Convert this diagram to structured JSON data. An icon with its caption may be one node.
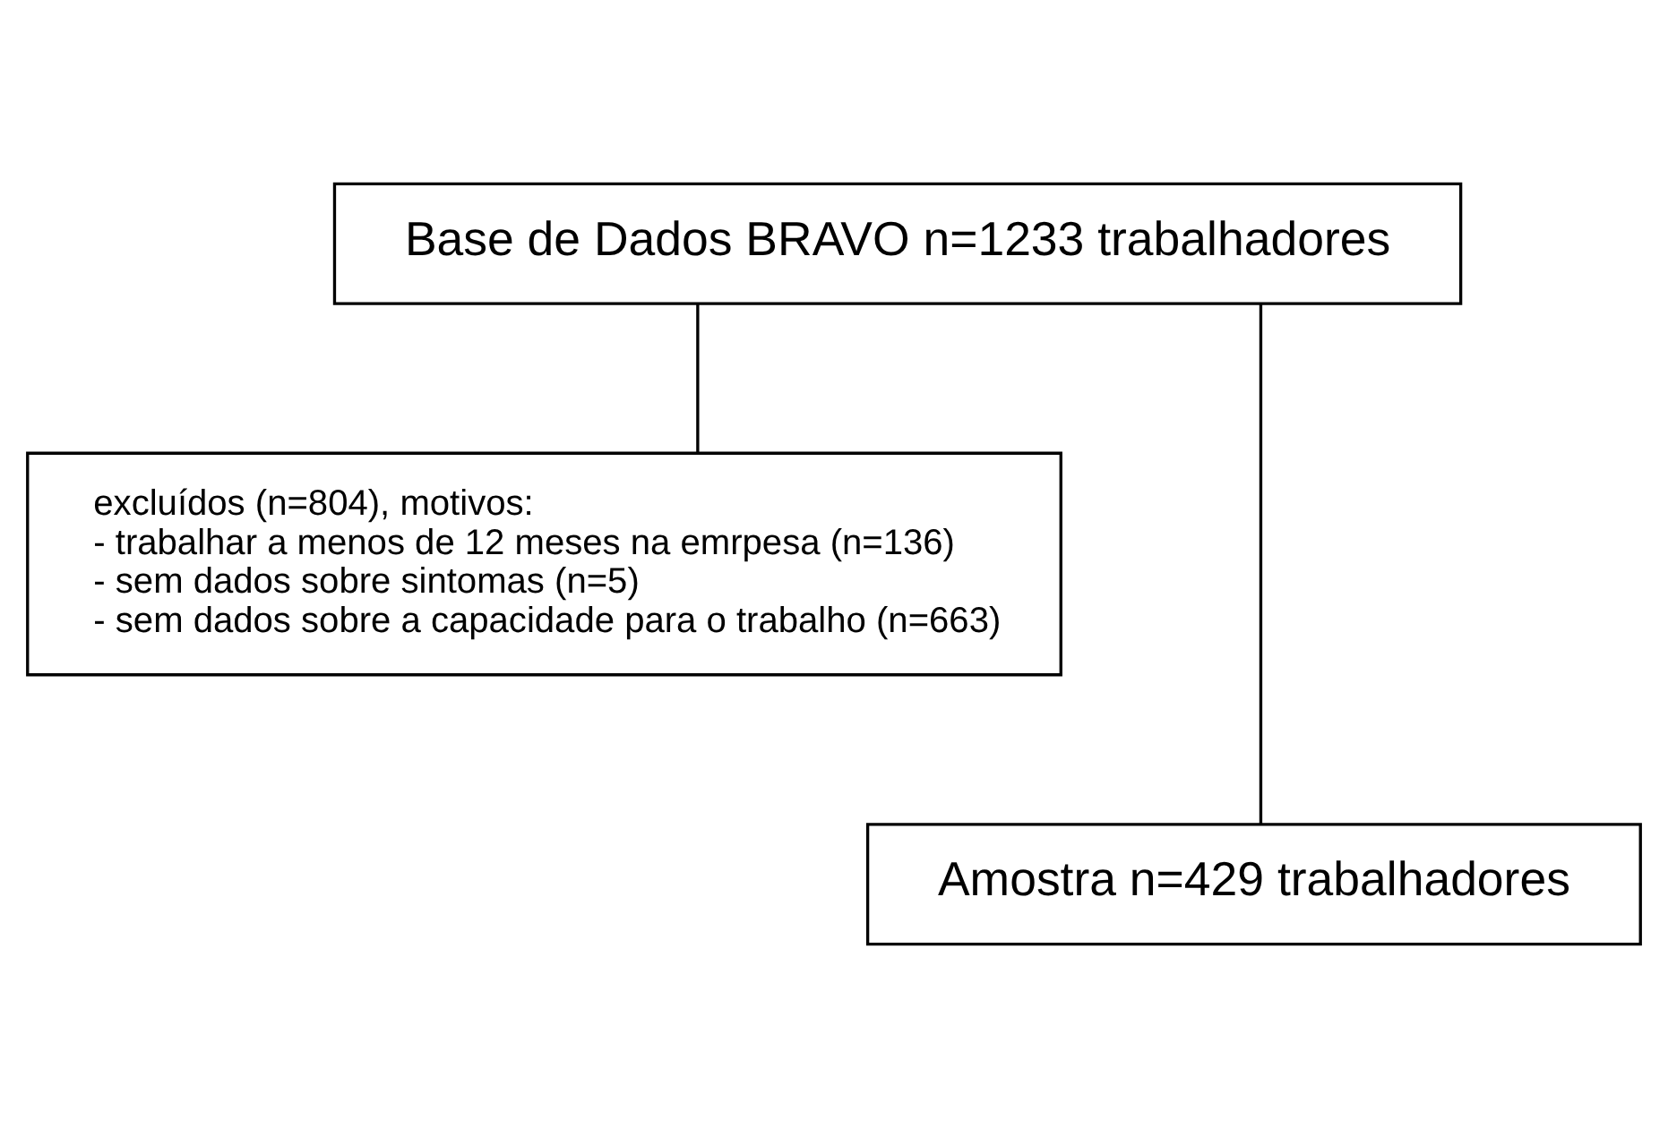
{
  "diagram": {
    "nodes": [
      {
        "text": [
          "Base de Dados BRAVO n=1233 trabalhadores"
        ]
      },
      {
        "text": [
          "excluídos (n=804), motivos:",
          "- trabalhar a menos de 12 meses na emrpesa (n=136)",
          "- sem dados sobre sintomas (n=5)",
          "- sem dados sobre a capacidade para o trabalho (n=663)"
        ]
      },
      {
        "text": [
          "Amostra n=429 trabalhadores"
        ]
      }
    ],
    "edges": [
      {
        "from": 0,
        "to": 1,
        "arrow": "none"
      },
      {
        "from": 0,
        "to": 2,
        "arrow": "none"
      }
    ]
  }
}
